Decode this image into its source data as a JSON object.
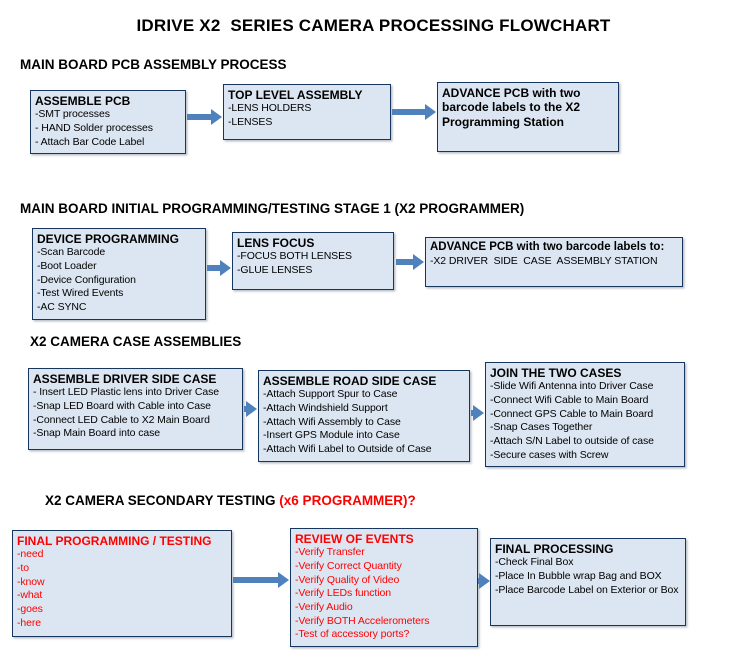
{
  "title": "IDRIVE X2  SERIES CAMERA PROCESSING FLOWCHART",
  "colors": {
    "box_fill": "#dce6f2",
    "box_border": "#17365d",
    "arrow_blue": "#4f81bd",
    "alert_red": "#ff0000",
    "text_black": "#000000"
  },
  "sections": [
    {
      "heading": "MAIN BOARD PCB ASSEMBLY PROCESS",
      "boxes": [
        {
          "title": "ASSEMBLE PCB",
          "items": [
            "-SMT processes",
            "- HAND Solder processes",
            "- Attach Bar Code Label"
          ]
        },
        {
          "title": "TOP LEVEL ASSEMBLY",
          "items": [
            "-LENS HOLDERS",
            "-LENSES"
          ]
        },
        {
          "title": "ADVANCE PCB with two barcode labels to the X2 Programming Station",
          "items": []
        }
      ]
    },
    {
      "heading": "MAIN BOARD INITIAL PROGRAMMING/TESTING STAGE 1 (X2 PROGRAMMER)",
      "boxes": [
        {
          "title": "DEVICE PROGRAMMING",
          "items": [
            "-Scan Barcode",
            "-Boot Loader",
            "-Device Configuration",
            "-Test Wired Events",
            "-AC SYNC"
          ]
        },
        {
          "title": "LENS FOCUS",
          "items": [
            "-FOCUS BOTH LENSES",
            "-GLUE LENSES"
          ]
        },
        {
          "title": "ADVANCE PCB with two barcode labels to:",
          "items": [
            "-X2 DRIVER  SIDE  CASE  ASSEMBLY STATION"
          ]
        }
      ]
    },
    {
      "heading": "X2 CAMERA CASE ASSEMBLIES",
      "boxes": [
        {
          "title": "ASSEMBLE DRIVER SIDE CASE",
          "items": [
            "- Insert LED Plastic lens into Driver Case",
            "-Snap LED Board with Cable into Case",
            "-Connect LED Cable to X2 Main Board",
            "-Snap Main Board into case"
          ]
        },
        {
          "title": "ASSEMBLE ROAD SIDE CASE",
          "items": [
            "-Attach Support Spur to Case",
            "-Attach Windshield Support",
            "-Attach Wifi Assembly to Case",
            "-Insert GPS Module into Case",
            "-Attach Wifi Label to Outside of Case"
          ]
        },
        {
          "title": "JOIN THE TWO CASES",
          "items": [
            "-Slide Wifi Antenna into Driver Case",
            "-Connect Wifi Cable to Main Board",
            "-Connect GPS Cable to Main Board",
            "-Snap Cases Together",
            "-Attach S/N Label to outside of case",
            "-Secure cases with Screw"
          ]
        }
      ]
    },
    {
      "heading": "X2 CAMERA SECONDARY TESTING",
      "heading_red": " (x6 PROGRAMMER)?",
      "boxes": [
        {
          "title": "FINAL PROGRAMMING / TESTING",
          "items": [
            "-need",
            "-to",
            "-know",
            "-what",
            "-goes",
            "-here"
          ]
        },
        {
          "title": "REVIEW OF EVENTS",
          "items": [
            "-Verify Transfer",
            "-Verify Correct Quantity",
            "-Verify Quality of Video",
            "-Verify LEDs function",
            "-Verify Audio",
            "-Verify BOTH Accelerometers",
            "-Test of accessory ports?"
          ]
        },
        {
          "title": "FINAL PROCESSING",
          "items": [
            "-Check Final Box",
            "-Place In Bubble wrap Bag and BOX",
            "-Place Barcode Label on Exterior or Box"
          ]
        }
      ]
    }
  ]
}
